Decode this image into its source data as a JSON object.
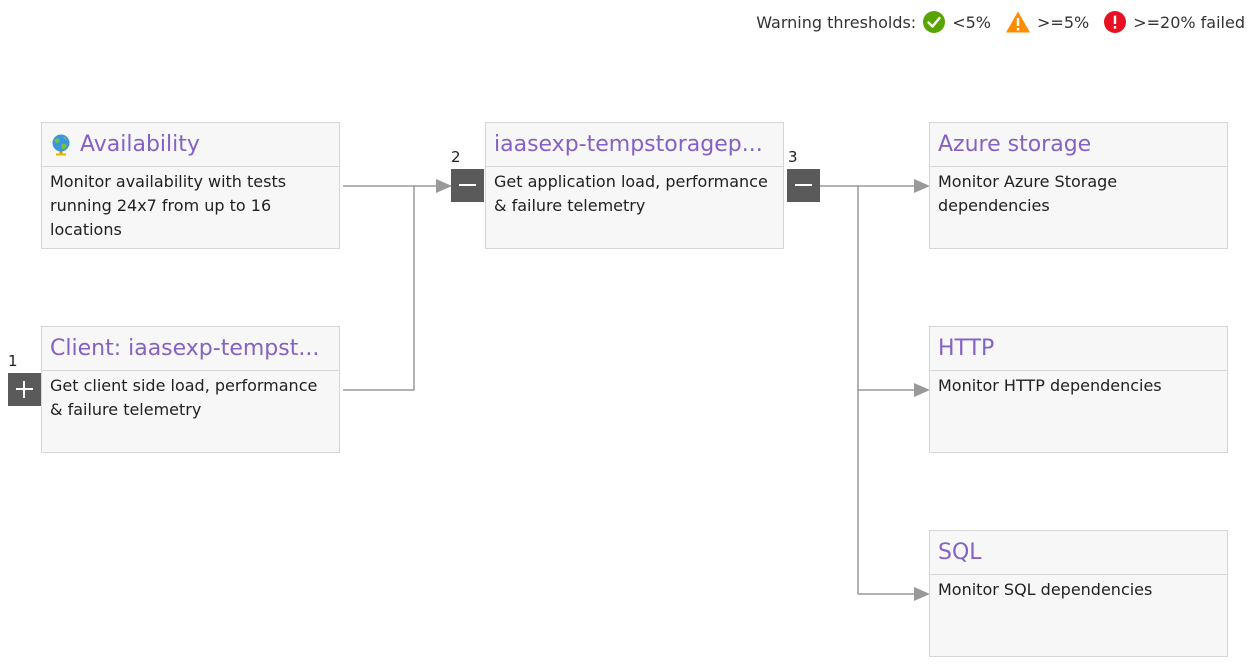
{
  "legend": {
    "label": "Warning thresholds:",
    "ok": {
      "text": "<5%",
      "icon": "check-circle-icon",
      "color": "#57a300"
    },
    "warning": {
      "text": ">=5%",
      "icon": "warning-triangle-icon",
      "color": "#ff8c00"
    },
    "error": {
      "text": ">=20% failed",
      "icon": "error-circle-icon",
      "color": "#e81123"
    }
  },
  "nodes": {
    "availability": {
      "title": "Availability",
      "icon": "globe-icon",
      "description": "Monitor availability with tests running 24x7 from up to 16 locations"
    },
    "client": {
      "title": "Client: iaasexp-tempst...",
      "description": "Get client side load, performance & failure telemetry",
      "count": "1",
      "toggle": "expand"
    },
    "app": {
      "title": "iaasexp-tempstoragep...",
      "description": "Get application load, performance & failure telemetry",
      "incoming_count": "2",
      "outgoing_count": "3",
      "incoming_toggle": "collapse",
      "outgoing_toggle": "collapse"
    },
    "azure_storage": {
      "title": "Azure storage",
      "description": "Monitor Azure Storage dependencies"
    },
    "http": {
      "title": "HTTP",
      "description": "Monitor HTTP dependencies"
    },
    "sql": {
      "title": "SQL",
      "description": "Monitor SQL dependencies"
    }
  },
  "colors": {
    "title": "#8661c5",
    "connector": "#999999",
    "toggle": "#5a5a5a"
  }
}
